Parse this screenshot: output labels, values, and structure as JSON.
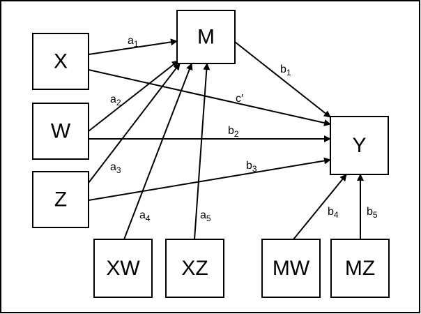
{
  "diagram": {
    "nodes": [
      {
        "id": "X",
        "label": "X"
      },
      {
        "id": "W",
        "label": "W"
      },
      {
        "id": "Z",
        "label": "Z"
      },
      {
        "id": "M",
        "label": "M"
      },
      {
        "id": "Y",
        "label": "Y"
      },
      {
        "id": "XW",
        "label": "XW"
      },
      {
        "id": "XZ",
        "label": "XZ"
      },
      {
        "id": "MW",
        "label": "MW"
      },
      {
        "id": "MZ",
        "label": "MZ"
      }
    ],
    "edges": [
      {
        "id": "a1",
        "from": "X",
        "to": "M",
        "label": "a",
        "sub": "1"
      },
      {
        "id": "a2",
        "from": "W",
        "to": "M",
        "label": "a",
        "sub": "2"
      },
      {
        "id": "a3",
        "from": "Z",
        "to": "M",
        "label": "a",
        "sub": "3"
      },
      {
        "id": "a4",
        "from": "XW",
        "to": "M",
        "label": "a",
        "sub": "4"
      },
      {
        "id": "a5",
        "from": "XZ",
        "to": "M",
        "label": "a",
        "sub": "5"
      },
      {
        "id": "b1",
        "from": "M",
        "to": "Y",
        "label": "b",
        "sub": "1"
      },
      {
        "id": "c",
        "from": "X",
        "to": "Y",
        "label": "c′",
        "sub": ""
      },
      {
        "id": "b2",
        "from": "W",
        "to": "Y",
        "label": "b",
        "sub": "2"
      },
      {
        "id": "b3",
        "from": "Z",
        "to": "Y",
        "label": "b",
        "sub": "3"
      },
      {
        "id": "b4",
        "from": "MW",
        "to": "Y",
        "label": "b",
        "sub": "4"
      },
      {
        "id": "b5",
        "from": "MZ",
        "to": "Y",
        "label": "b",
        "sub": "5"
      }
    ]
  }
}
